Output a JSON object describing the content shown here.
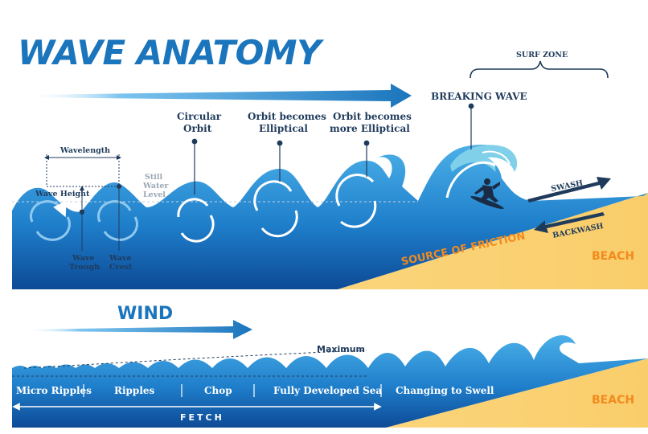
{
  "title": "WAVE ANATOMY",
  "labels": {
    "surf_zone": "SURF ZONE",
    "breaking_wave": "BREAKING WAVE",
    "circular_orbit_1": "Circular",
    "circular_orbit_2": "Orbit",
    "orbit_elliptical_1": "Orbit becomes",
    "orbit_elliptical_2": "Elliptical",
    "orbit_more_elliptical_1": "Orbit becomes",
    "orbit_more_elliptical_2": "more Elliptical",
    "wavelength": "Wavelength",
    "wave_height": "Wave Height",
    "still_water_1": "Still",
    "still_water_2": "Water",
    "still_water_3": "Level",
    "wave_trough_1": "Wave",
    "wave_trough_2": "Trough",
    "wave_crest_1": "Wave",
    "wave_crest_2": "Crest",
    "swash": "SWASH",
    "backwash": "BACKWASH",
    "source_of_friction": "SOURCE OF FRICTION",
    "beach_top": "BEACH",
    "wind": "WIND",
    "maximum": "Maximum",
    "micro_ripples": "Micro Ripples",
    "ripples": "Ripples",
    "chop": "Chop",
    "fully_developed_sea": "Fully Developed Sea",
    "changing_to_swell": "Changing to Swell",
    "fetch": "FETCH",
    "beach_bottom": "BEACH"
  },
  "colors": {
    "brand_blue": "#1b75bc",
    "wave_light": "#3fa3e0",
    "wave_deep": "#0e4f9c",
    "sand": "#fbd57c",
    "label_dark": "#1f3b5c",
    "friction_orange": "#f28a1e"
  }
}
